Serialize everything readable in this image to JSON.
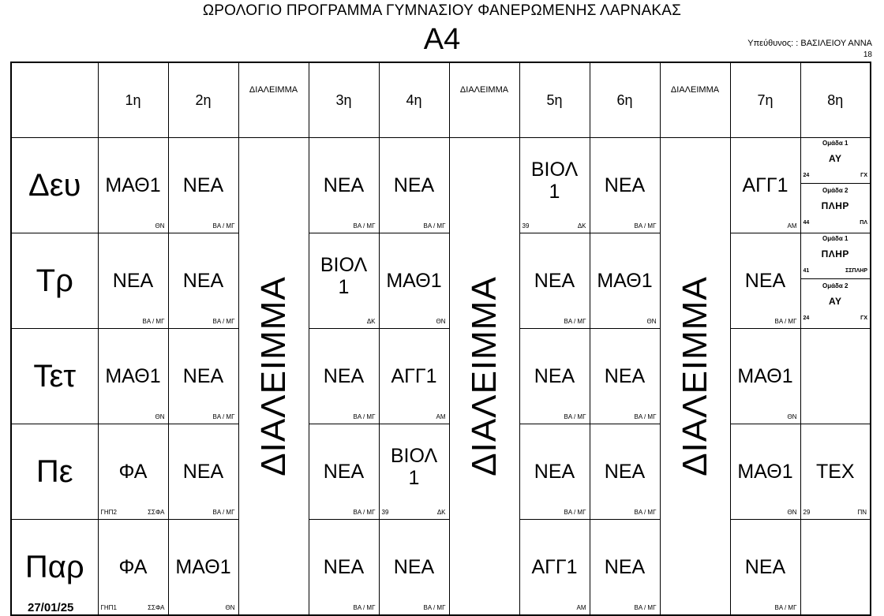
{
  "header": {
    "title": "ΩΡΟΛΟΓΙΟ ΠΡΟΓΡΑΜΜΑ ΓΥΜΝΑΣΙΟΥ ΦΑΝΕΡΩΜΕΝΗΣ ΛΑΡΝΑΚΑΣ",
    "class_name": "Α4",
    "responsible": "Υπεύθυνος: : ΒΑΣΙΛΕΙΟΥ ΑΝΝΑ",
    "room": "18"
  },
  "columns": [
    "1η",
    "2η",
    "ΔΙΑΛΕΙΜΜΑ",
    "3η",
    "4η",
    "ΔΙΑΛΕΙΜΜΑ",
    "5η",
    "6η",
    "ΔΙΑΛΕΙΜΜΑ",
    "7η",
    "8η"
  ],
  "break_label": "ΔΙΑΛΕΙΜΜΑ",
  "days": [
    {
      "label": "Δευ",
      "periods": [
        {
          "subject": "ΜΑΘ1",
          "teacher": "ΘΝ",
          "room": ""
        },
        {
          "subject": "ΝΕΑ",
          "teacher": "ΒΑ / ΜΓ",
          "room": ""
        },
        {
          "subject": "ΝΕΑ",
          "teacher": "ΒΑ / ΜΓ",
          "room": ""
        },
        {
          "subject": "ΝΕΑ",
          "teacher": "ΒΑ / ΜΓ",
          "room": ""
        },
        {
          "subject": "ΒΙΟΛ 1",
          "teacher": "ΔΚ",
          "room": "39"
        },
        {
          "subject": "ΝΕΑ",
          "teacher": "ΒΑ / ΜΓ",
          "room": ""
        },
        {
          "subject": "ΑΓΓ1",
          "teacher": "ΑΜ",
          "room": ""
        },
        {
          "groups": [
            {
              "label": "Ομάδα 1",
              "subject": "ΑΥ",
              "room": "24",
              "teacher": "ΓΧ"
            },
            {
              "label": "Ομάδα 2",
              "subject": "ΠΛΗΡ",
              "room": "44",
              "teacher": "ΠΛ"
            }
          ]
        }
      ]
    },
    {
      "label": "Τρ",
      "periods": [
        {
          "subject": "ΝΕΑ",
          "teacher": "ΒΑ / ΜΓ",
          "room": ""
        },
        {
          "subject": "ΝΕΑ",
          "teacher": "ΒΑ / ΜΓ",
          "room": ""
        },
        {
          "subject": "ΒΙΟΛ 1",
          "teacher": "ΔΚ",
          "room": ""
        },
        {
          "subject": "ΜΑΘ1",
          "teacher": "ΘΝ",
          "room": ""
        },
        {
          "subject": "ΝΕΑ",
          "teacher": "ΒΑ / ΜΓ",
          "room": ""
        },
        {
          "subject": "ΜΑΘ1",
          "teacher": "ΘΝ",
          "room": ""
        },
        {
          "subject": "ΝΕΑ",
          "teacher": "ΒΑ / ΜΓ",
          "room": ""
        },
        {
          "groups": [
            {
              "label": "Ομάδα 1",
              "subject": "ΠΛΗΡ",
              "room": "41",
              "teacher": "ΣΣΠΛΗΡ"
            },
            {
              "label": "Ομάδα 2",
              "subject": "ΑΥ",
              "room": "24",
              "teacher": "ΓΧ"
            }
          ]
        }
      ]
    },
    {
      "label": "Τετ",
      "periods": [
        {
          "subject": "ΜΑΘ1",
          "teacher": "ΘΝ",
          "room": ""
        },
        {
          "subject": "ΝΕΑ",
          "teacher": "ΒΑ / ΜΓ",
          "room": ""
        },
        {
          "subject": "ΝΕΑ",
          "teacher": "ΒΑ / ΜΓ",
          "room": ""
        },
        {
          "subject": "ΑΓΓ1",
          "teacher": "ΑΜ",
          "room": ""
        },
        {
          "subject": "ΝΕΑ",
          "teacher": "ΒΑ / ΜΓ",
          "room": ""
        },
        {
          "subject": "ΝΕΑ",
          "teacher": "ΒΑ / ΜΓ",
          "room": ""
        },
        {
          "subject": "ΜΑΘ1",
          "teacher": "ΘΝ",
          "room": ""
        },
        {
          "subject": "",
          "teacher": "",
          "room": ""
        }
      ]
    },
    {
      "label": "Πε",
      "periods": [
        {
          "subject": "ΦΑ",
          "teacher": "ΣΣΦΑ",
          "room": "ΓΗΠ2"
        },
        {
          "subject": "ΝΕΑ",
          "teacher": "ΒΑ / ΜΓ",
          "room": ""
        },
        {
          "subject": "ΝΕΑ",
          "teacher": "ΒΑ / ΜΓ",
          "room": ""
        },
        {
          "subject": "ΒΙΟΛ 1",
          "teacher": "ΔΚ",
          "room": "39"
        },
        {
          "subject": "ΝΕΑ",
          "teacher": "ΒΑ / ΜΓ",
          "room": ""
        },
        {
          "subject": "ΝΕΑ",
          "teacher": "ΒΑ / ΜΓ",
          "room": ""
        },
        {
          "subject": "ΜΑΘ1",
          "teacher": "ΘΝ",
          "room": ""
        },
        {
          "subject": "ΤΕΧ",
          "teacher": "ΠΝ",
          "room": "29"
        }
      ]
    },
    {
      "label": "Παρ",
      "periods": [
        {
          "subject": "ΦΑ",
          "teacher": "ΣΣΦΑ",
          "room": "ΓΗΠ1"
        },
        {
          "subject": "ΜΑΘ1",
          "teacher": "ΘΝ",
          "room": ""
        },
        {
          "subject": "ΝΕΑ",
          "teacher": "ΒΑ / ΜΓ",
          "room": ""
        },
        {
          "subject": "ΝΕΑ",
          "teacher": "ΒΑ / ΜΓ",
          "room": ""
        },
        {
          "subject": "ΑΓΓ1",
          "teacher": "ΑΜ",
          "room": ""
        },
        {
          "subject": "ΝΕΑ",
          "teacher": "ΒΑ / ΜΓ",
          "room": ""
        },
        {
          "subject": "ΝΕΑ",
          "teacher": "ΒΑ / ΜΓ",
          "room": ""
        },
        {
          "subject": "",
          "teacher": "",
          "room": ""
        }
      ]
    }
  ],
  "footer": {
    "date": "27/01/25"
  }
}
